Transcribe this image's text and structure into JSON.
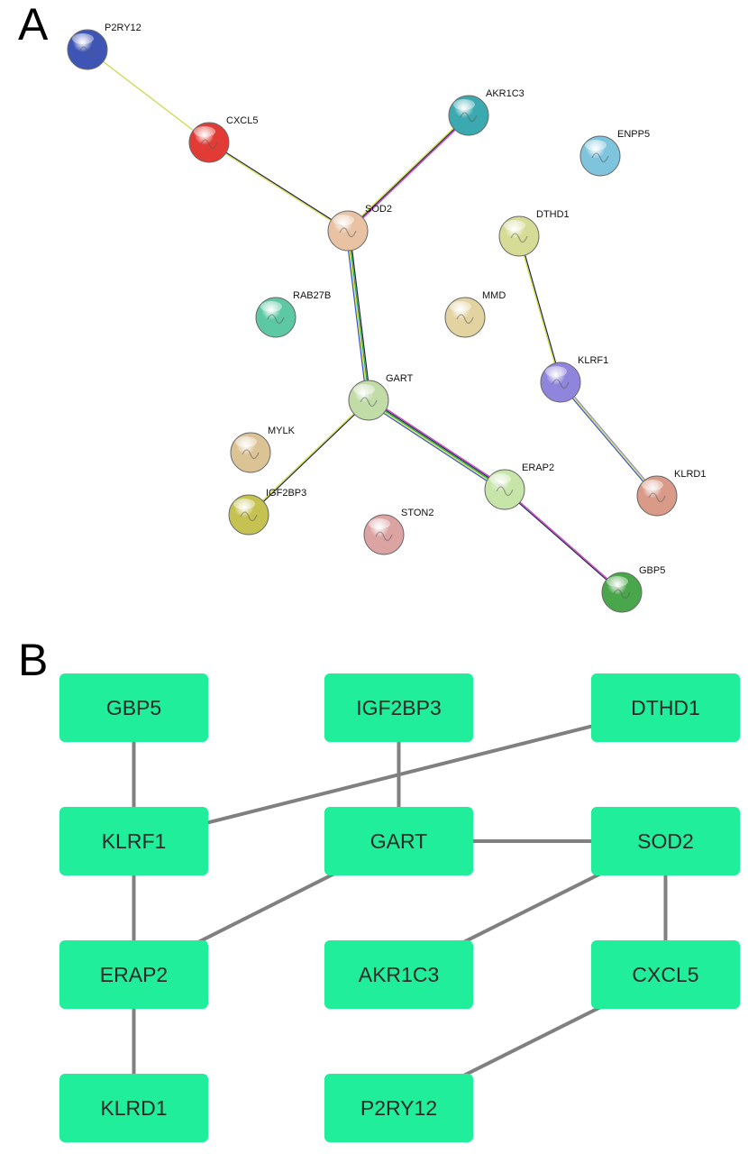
{
  "panelA": {
    "letter": "A",
    "nodes": [
      {
        "id": "P2RY12",
        "label": "P2RY12",
        "color": "#3f55b5"
      },
      {
        "id": "CXCL5",
        "label": "CXCL5",
        "color": "#e23b35"
      },
      {
        "id": "AKR1C3",
        "label": "AKR1C3",
        "color": "#3aaab0"
      },
      {
        "id": "ENPP5",
        "label": "ENPP5",
        "color": "#7fc4dd"
      },
      {
        "id": "SOD2",
        "label": "SOD2",
        "color": "#e8c2a2"
      },
      {
        "id": "DTHD1",
        "label": "DTHD1",
        "color": "#d6dc95"
      },
      {
        "id": "RAB27B",
        "label": "RAB27B",
        "color": "#5cc8a4"
      },
      {
        "id": "MMD",
        "label": "MMD",
        "color": "#e2d3a0"
      },
      {
        "id": "KLRF1",
        "label": "KLRF1",
        "color": "#8f85dc"
      },
      {
        "id": "GART",
        "label": "GART",
        "color": "#c2dca7"
      },
      {
        "id": "MYLK",
        "label": "MYLK",
        "color": "#dcc395"
      },
      {
        "id": "ERAP2",
        "label": "ERAP2",
        "color": "#c7e5a8"
      },
      {
        "id": "KLRD1",
        "label": "KLRD1",
        "color": "#d99a88"
      },
      {
        "id": "IGF2BP3",
        "label": "IGF2BP3",
        "color": "#c6c252"
      },
      {
        "id": "STON2",
        "label": "STON2",
        "color": "#dca3a3"
      },
      {
        "id": "GBP5",
        "label": "GBP5",
        "color": "#4aa64a"
      }
    ],
    "edges": [
      {
        "from": "P2RY12",
        "to": "CXCL5",
        "colors": [
          "#c8d840"
        ]
      },
      {
        "from": "CXCL5",
        "to": "SOD2",
        "colors": [
          "#222244",
          "#d8e040"
        ]
      },
      {
        "from": "AKR1C3",
        "to": "SOD2",
        "colors": [
          "#cc33cc",
          "#222244",
          "#d8e040"
        ]
      },
      {
        "from": "SOD2",
        "to": "GART",
        "colors": [
          "#222244",
          "#22aa44",
          "#d8e040",
          "#3355cc"
        ]
      },
      {
        "from": "DTHD1",
        "to": "KLRF1",
        "colors": [
          "#222244",
          "#d8e040"
        ]
      },
      {
        "from": "KLRF1",
        "to": "KLRD1",
        "colors": [
          "#8888cc",
          "#d8e040",
          "#3355cc"
        ]
      },
      {
        "from": "GART",
        "to": "IGF2BP3",
        "colors": [
          "#222244",
          "#d8e040"
        ]
      },
      {
        "from": "GART",
        "to": "ERAP2",
        "colors": [
          "#cc33cc",
          "#222244",
          "#22aa44",
          "#d8e040",
          "#3355cc"
        ]
      },
      {
        "from": "ERAP2",
        "to": "GBP5",
        "colors": [
          "#cc33cc",
          "#222244"
        ]
      }
    ]
  },
  "panelB": {
    "letter": "B",
    "box_color": "#21ee9a",
    "edge_color": "#808080",
    "boxes": [
      {
        "id": "GBP5",
        "label": "GBP5",
        "col": 0,
        "row": 0
      },
      {
        "id": "IGF2BP3",
        "label": "IGF2BP3",
        "col": 1,
        "row": 0
      },
      {
        "id": "DTHD1",
        "label": "DTHD1",
        "col": 2,
        "row": 0
      },
      {
        "id": "KLRF1",
        "label": "KLRF1",
        "col": 0,
        "row": 1
      },
      {
        "id": "GART",
        "label": "GART",
        "col": 1,
        "row": 1
      },
      {
        "id": "SOD2",
        "label": "SOD2",
        "col": 2,
        "row": 1
      },
      {
        "id": "ERAP2",
        "label": "ERAP2",
        "col": 0,
        "row": 2
      },
      {
        "id": "AKR1C3",
        "label": "AKR1C3",
        "col": 1,
        "row": 2
      },
      {
        "id": "CXCL5",
        "label": "CXCL5",
        "col": 2,
        "row": 2
      },
      {
        "id": "KLRD1",
        "label": "KLRD1",
        "col": 0,
        "row": 3
      },
      {
        "id": "P2RY12",
        "label": "P2RY12",
        "col": 1,
        "row": 3
      }
    ],
    "edges": [
      {
        "from": "GBP5",
        "to": "KLRF1"
      },
      {
        "from": "IGF2BP3",
        "to": "GART"
      },
      {
        "from": "DTHD1",
        "to": "KLRF1"
      },
      {
        "from": "KLRF1",
        "to": "ERAP2"
      },
      {
        "from": "GART",
        "to": "SOD2"
      },
      {
        "from": "GART",
        "to": "ERAP2"
      },
      {
        "from": "SOD2",
        "to": "AKR1C3"
      },
      {
        "from": "SOD2",
        "to": "CXCL5"
      },
      {
        "from": "ERAP2",
        "to": "KLRD1"
      },
      {
        "from": "CXCL5",
        "to": "P2RY12"
      }
    ]
  }
}
